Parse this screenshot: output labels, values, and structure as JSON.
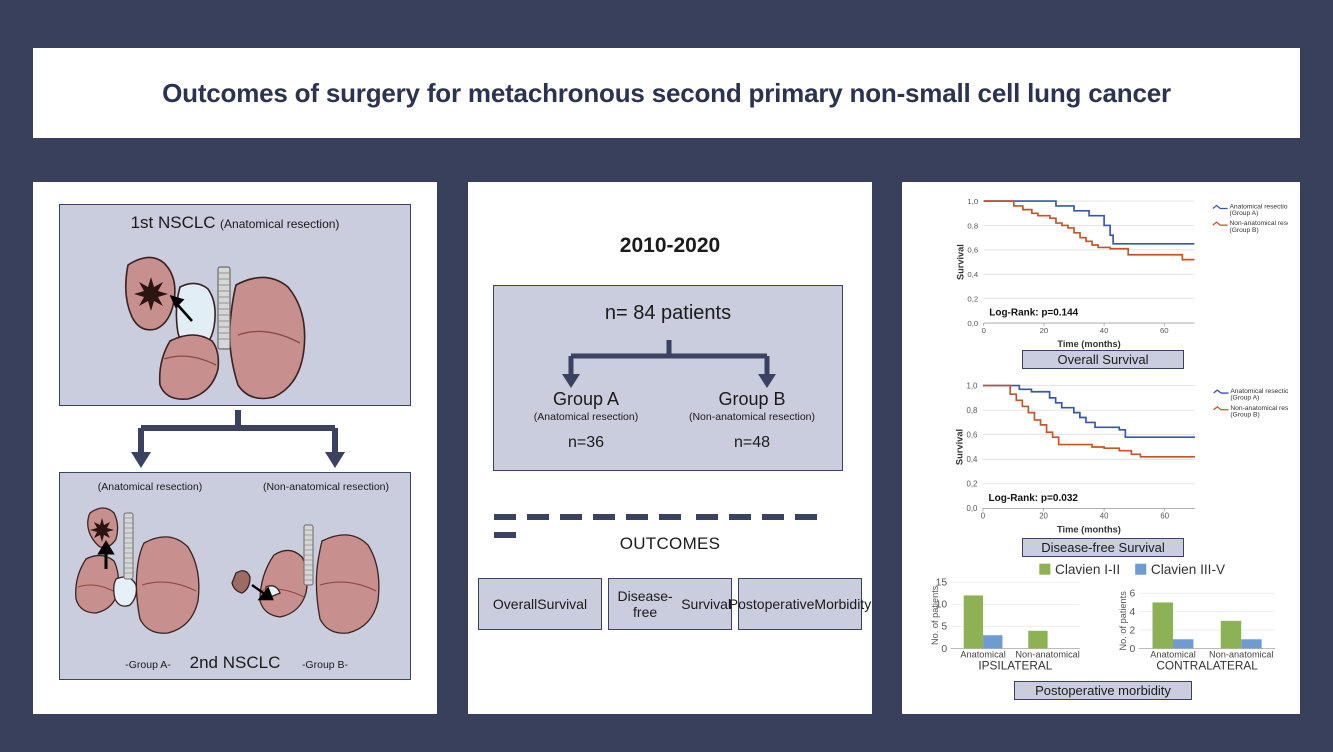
{
  "poster": {
    "title": "Outcomes of surgery for metachronous second primary non-small cell lung cancer",
    "background_color": "#39405c",
    "panel_fill": "#c9cddd",
    "accent_color": "#3b4160",
    "lung_color": "#c78f8d"
  },
  "left_panel": {
    "top_diagram": {
      "label_main": "1st NSCLC",
      "label_sub": "(Anatomical resection)"
    },
    "bottom_diagram": {
      "label_left": "(Anatomical resection)",
      "label_right": "(Non-anatomical resection)",
      "group_left": "-Group A-",
      "group_right": "-Group B-",
      "label_main": "2nd NSCLC"
    }
  },
  "mid_panel": {
    "year_range": "2010-2020",
    "total": "n= 84 patients",
    "groups": [
      {
        "name": "Group A",
        "sub": "(Anatomical resection)",
        "n": "n=36"
      },
      {
        "name": "Group B",
        "sub": "(Non-anatomical resection)",
        "n": "n=48"
      }
    ],
    "outcomes_heading": "OUTCOMES",
    "outcome_boxes": [
      "Overall\nSurvival",
      "Disease-free\nSurvival",
      "Postoperative\nMorbidity"
    ]
  },
  "right_panel": {
    "captions": {
      "os": "Overall Survival",
      "dfs": "Disease-free Survival",
      "pm": "Postoperative morbidity"
    }
  },
  "chart_data": [
    {
      "type": "line",
      "name": "overall-survival",
      "title": "Overall Survival",
      "xlabel": "Time (months)",
      "ylabel": "Survival",
      "xlim": [
        0,
        70
      ],
      "ylim": [
        0.0,
        1.0
      ],
      "xticks": [
        "0",
        "20",
        "40",
        "60"
      ],
      "yticks": [
        "0,0",
        "0,2",
        "0,4",
        "0,6",
        "0,8",
        "1,0"
      ],
      "annotation": "Log-Rank: p=0.144",
      "grid": true,
      "legend_position": "right",
      "series": [
        {
          "name": "Anatomical resection (Group A)",
          "color": "#3a56a8",
          "steps": [
            [
              0,
              1.0
            ],
            [
              12,
              1.0
            ],
            [
              22,
              1.0
            ],
            [
              24,
              0.96
            ],
            [
              28,
              0.96
            ],
            [
              30,
              0.92
            ],
            [
              33,
              0.92
            ],
            [
              35,
              0.88
            ],
            [
              38,
              0.88
            ],
            [
              40,
              0.8
            ],
            [
              42,
              0.72
            ],
            [
              43,
              0.65
            ],
            [
              70,
              0.65
            ]
          ]
        },
        {
          "name": "Non-anatomical resection (Group B)",
          "color": "#c0562c",
          "steps": [
            [
              0,
              1.0
            ],
            [
              8,
              1.0
            ],
            [
              10,
              0.96
            ],
            [
              13,
              0.93
            ],
            [
              16,
              0.9
            ],
            [
              18,
              0.88
            ],
            [
              22,
              0.86
            ],
            [
              24,
              0.82
            ],
            [
              26,
              0.8
            ],
            [
              28,
              0.78
            ],
            [
              30,
              0.74
            ],
            [
              32,
              0.7
            ],
            [
              34,
              0.67
            ],
            [
              36,
              0.64
            ],
            [
              38,
              0.62
            ],
            [
              42,
              0.61
            ],
            [
              46,
              0.61
            ],
            [
              48,
              0.56
            ],
            [
              60,
              0.56
            ],
            [
              66,
              0.52
            ],
            [
              70,
              0.52
            ]
          ]
        }
      ]
    },
    {
      "type": "line",
      "name": "disease-free-survival",
      "title": "Disease-free Survival",
      "xlabel": "Time (months)",
      "ylabel": "Survival",
      "xlim": [
        0,
        70
      ],
      "ylim": [
        0.0,
        1.0
      ],
      "xticks": [
        "0",
        "20",
        "40",
        "60"
      ],
      "yticks": [
        "0,0",
        "0,2",
        "0,4",
        "0,6",
        "0,8",
        "1,0"
      ],
      "annotation": "Log-Rank: p=0.032",
      "grid": true,
      "legend_position": "right",
      "series": [
        {
          "name": "Anatomical resection (Group A)",
          "color": "#3a56a8",
          "steps": [
            [
              0,
              1.0
            ],
            [
              10,
              1.0
            ],
            [
              12,
              0.97
            ],
            [
              16,
              0.95
            ],
            [
              20,
              0.95
            ],
            [
              22,
              0.9
            ],
            [
              24,
              0.86
            ],
            [
              26,
              0.82
            ],
            [
              28,
              0.82
            ],
            [
              30,
              0.78
            ],
            [
              32,
              0.74
            ],
            [
              34,
              0.7
            ],
            [
              37,
              0.66
            ],
            [
              40,
              0.66
            ],
            [
              45,
              0.64
            ],
            [
              47,
              0.58
            ],
            [
              70,
              0.58
            ]
          ]
        },
        {
          "name": "Non-anatomical resection (Group B)",
          "color": "#c0562c",
          "steps": [
            [
              0,
              1.0
            ],
            [
              7,
              1.0
            ],
            [
              9,
              0.93
            ],
            [
              11,
              0.88
            ],
            [
              13,
              0.83
            ],
            [
              15,
              0.78
            ],
            [
              17,
              0.72
            ],
            [
              19,
              0.68
            ],
            [
              21,
              0.62
            ],
            [
              23,
              0.58
            ],
            [
              25,
              0.52
            ],
            [
              30,
              0.52
            ],
            [
              36,
              0.5
            ],
            [
              40,
              0.49
            ],
            [
              45,
              0.47
            ],
            [
              49,
              0.44
            ],
            [
              52,
              0.42
            ],
            [
              70,
              0.42
            ]
          ]
        }
      ]
    },
    {
      "type": "bar",
      "name": "postoperative-morbidity-ipsilateral",
      "title": "IPSILATERAL",
      "ylabel": "No. of patients",
      "ylim": [
        0,
        15
      ],
      "yticks": [
        "0",
        "5",
        "10",
        "15"
      ],
      "categories": [
        "Anatomical",
        "Non-anatomical"
      ],
      "series": [
        {
          "name": "Clavien I-II",
          "color": "#8db255",
          "values": [
            12,
            4
          ]
        },
        {
          "name": "Clavien III-V",
          "color": "#6e9bd1",
          "values": [
            3,
            0
          ]
        }
      ]
    },
    {
      "type": "bar",
      "name": "postoperative-morbidity-contralateral",
      "title": "CONTRALATERAL",
      "ylabel": "No. of patients",
      "ylim": [
        0,
        6
      ],
      "yticks": [
        "0",
        "2",
        "4",
        "6"
      ],
      "categories": [
        "Anatomical",
        "Non-anatomical"
      ],
      "series": [
        {
          "name": "Clavien I-II",
          "color": "#8db255",
          "values": [
            5,
            3
          ]
        },
        {
          "name": "Clavien III-V",
          "color": "#6e9bd1",
          "values": [
            1,
            1
          ]
        }
      ]
    }
  ]
}
